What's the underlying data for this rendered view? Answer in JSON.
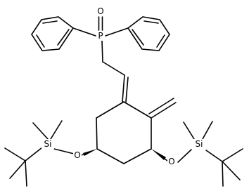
{
  "molecule": {
    "atom_labels": {
      "oxygen_oxide": "O",
      "phosphorus": "P",
      "oxygen_left": "O",
      "oxygen_right": "O",
      "silicon_left": "Si",
      "silicon_right": "Si"
    }
  },
  "colors": {
    "bond": "#000000",
    "background": "#ffffff"
  }
}
